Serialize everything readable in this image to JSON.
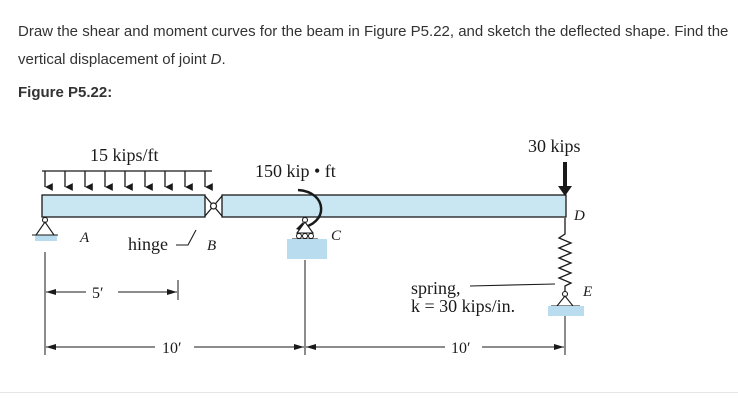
{
  "problem": {
    "text_before": "Draw the shear and moment curves for the beam in Figure P5.22, and sketch the deflected shape. Find the vertical displacement of joint ",
    "joint": "D",
    "text_after": "."
  },
  "figure_label": "Figure P5.22:",
  "figure": {
    "distributed_load": "15 kips/ft",
    "moment_load": "150 kip • ft",
    "point_load": "30 kips",
    "label_a": "A",
    "label_b": "B",
    "label_c": "C",
    "label_d": "D",
    "label_e": "E",
    "hinge": "hinge",
    "spring_label": "spring,",
    "spring_constant": "k = 30 kips/in.",
    "dim_5": "5′",
    "dim_10_left": "10′",
    "dim_10_right": "10′"
  },
  "colors": {
    "beam_fill": "#c9e6f3",
    "support_fill": "#b9dcee",
    "line": "#1a1a1a",
    "text": "#333333"
  }
}
